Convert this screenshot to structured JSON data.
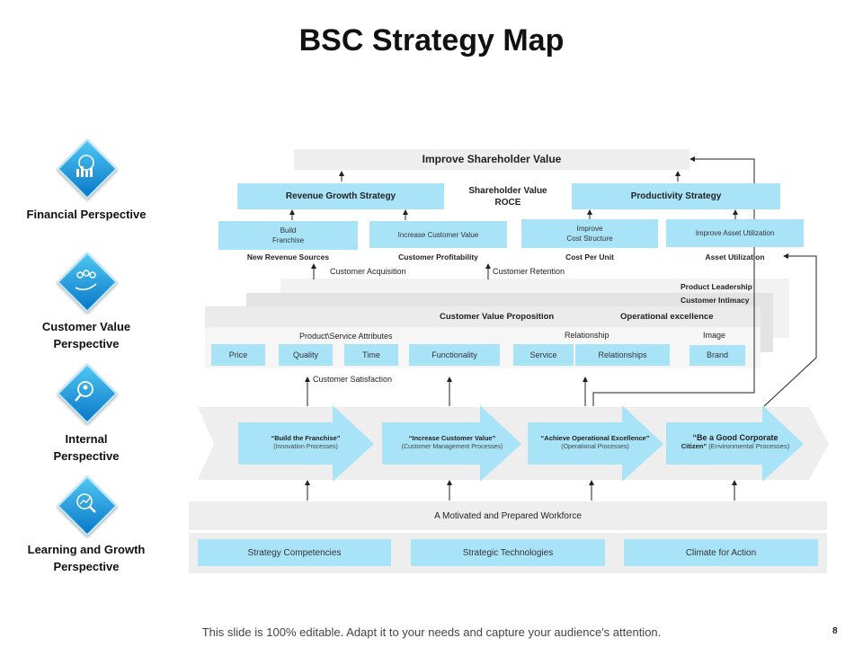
{
  "title": "BSC Strategy Map",
  "perspectives": [
    {
      "label": "Financial Perspective",
      "icon": "chart-icon"
    },
    {
      "label": "Customer Value Perspective",
      "icon": "customers-icon"
    },
    {
      "label": "Internal Perspective",
      "icon": "magnifier-icon"
    },
    {
      "label": "Learning and Growth Perspective",
      "icon": "growth-icon"
    }
  ],
  "financial": {
    "top": "Improve Shareholder Value",
    "revenue": "Revenue Growth Strategy",
    "productivity": "Productivity Strategy",
    "center1": "Shareholder Value",
    "center2": "ROCE",
    "items": [
      {
        "text": "Build\nFranchise",
        "caption": "New Revenue Sources"
      },
      {
        "text": "Increase Customer Value",
        "caption": "Customer Profitability"
      },
      {
        "text": "Improve\nCost Structure",
        "caption": "Cost Per Unit"
      },
      {
        "text": "Improve Asset Utilization",
        "caption": "Asset  Utilization"
      }
    ]
  },
  "customer": {
    "acquisition": "Customer Acquisition",
    "retention": "Customer Retention",
    "product_leadership": "Product Leadership",
    "intimacy": "Customer Intimacy",
    "cvp": "Customer Value Proposition",
    "operational": "Operational excellence",
    "attributes": "Product\\Service Attributes",
    "relationship": "Relationship",
    "image": "Image",
    "cells": [
      "Price",
      "Quality",
      "Time",
      "Functionality",
      "Service",
      "Relationships",
      "Brand"
    ],
    "satisfaction": "Customer Satisfaction"
  },
  "internal": [
    {
      "title": "“Build the Franchise”",
      "sub": "(Innovation Processes)"
    },
    {
      "title": "“Increase  Customer Value”",
      "sub": "(Customer Management Processes)"
    },
    {
      "title": "“Achieve Operational Excellence”",
      "sub": "(Operational Processes)"
    },
    {
      "title": "“Be a Good Corporate",
      "title2": "Citizen”",
      "sub": "(Environmental Processes)"
    }
  ],
  "learning": {
    "workforce": "A Motivated  and Prepared Workforce",
    "items": [
      "Strategy Competencies",
      "Strategic Technologies",
      "Climate  for Action"
    ]
  },
  "footer": "This slide is 100% editable. Adapt it to your needs and capture your audience's attention.",
  "page_number": "8",
  "colors": {
    "light_blue": "#a9e3f8",
    "icon_blue": "#0a78c8",
    "gray": "#eeeeee"
  }
}
